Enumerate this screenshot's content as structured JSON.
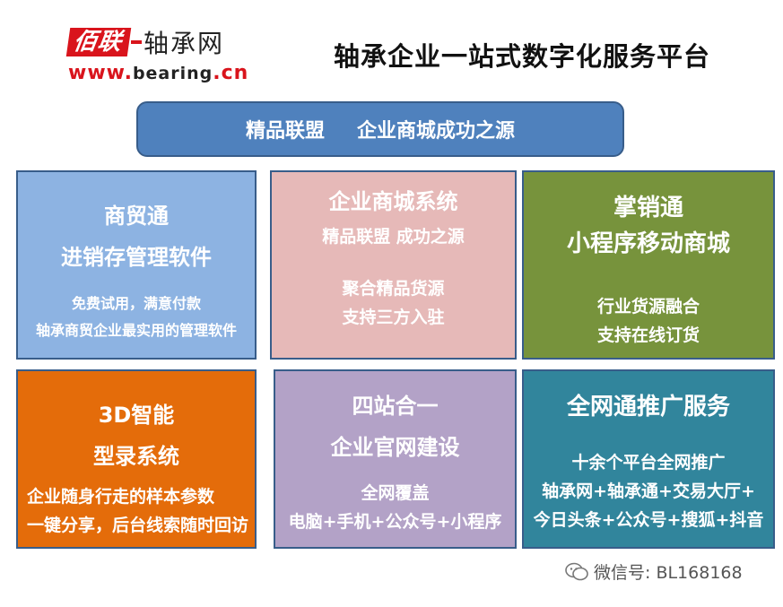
{
  "logo": {
    "badge": "佰联",
    "name": "轴承网",
    "url_prefix": "www.",
    "url_mid": "bearing",
    "url_suffix": ".cn"
  },
  "title": "轴承企业一站式数字化服务平台",
  "banner": {
    "left": "精品联盟",
    "right": "企业商城成功之源"
  },
  "cards": [
    {
      "title_lines": [
        "商贸通",
        "进销存管理软件"
      ],
      "sub_lines": [
        "免费试用，满意付款",
        "轴承商贸企业最实用的管理软件"
      ],
      "color": "#8db3e2"
    },
    {
      "title_lines": [
        "企业商城系统",
        "精品联盟 成功之源"
      ],
      "sub_lines": [
        "聚合精品货源",
        "支持三方入驻"
      ],
      "color": "#e6b9b8"
    },
    {
      "title_lines": [
        "掌销通",
        "小程序移动商城"
      ],
      "sub_lines": [
        "行业货源融合",
        "支持在线订货"
      ],
      "color": "#77933c"
    },
    {
      "title_lines": [
        "3D智能",
        "型录系统"
      ],
      "sub_lines": [
        "企业随身行走的样本参数",
        "一键分享，后台线索随时回访"
      ],
      "color": "#e46c0a"
    },
    {
      "title_lines": [
        "四站合一",
        "企业官网建设"
      ],
      "sub_lines": [
        "全网覆盖",
        "电脑+手机+公众号+小程序"
      ],
      "color": "#b3a2c7"
    },
    {
      "title_lines": [
        "全网通推广服务"
      ],
      "sub_lines": [
        "十余个平台全网推广",
        "轴承网+轴承通+交易大厅+",
        "今日头条+公众号+搜狐+抖音"
      ],
      "color": "#31859c"
    }
  ],
  "wechat": {
    "label": "微信号: BL168168",
    "icon": "wechat-icon"
  }
}
